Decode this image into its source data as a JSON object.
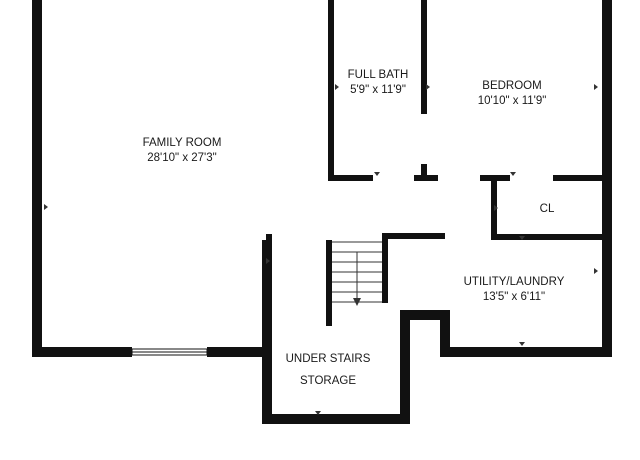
{
  "colors": {
    "wall": "#111111",
    "background": "#ffffff"
  },
  "rooms": {
    "family_room": {
      "name": "FAMILY ROOM",
      "dims": "28'10\" x 27'3\""
    },
    "full_bath": {
      "name": "FULL BATH",
      "dims": "5'9\" x 11'9\""
    },
    "bedroom": {
      "name": "BEDROOM",
      "dims": "10'10\" x 11'9\""
    },
    "closet": {
      "name": "CL"
    },
    "utility": {
      "name": "UTILITY/LAUNDRY",
      "dims": "13'5\" x 6'11\""
    },
    "under_stairs": {
      "name_line1": "UNDER STAIRS",
      "name_line2": "STORAGE"
    }
  }
}
